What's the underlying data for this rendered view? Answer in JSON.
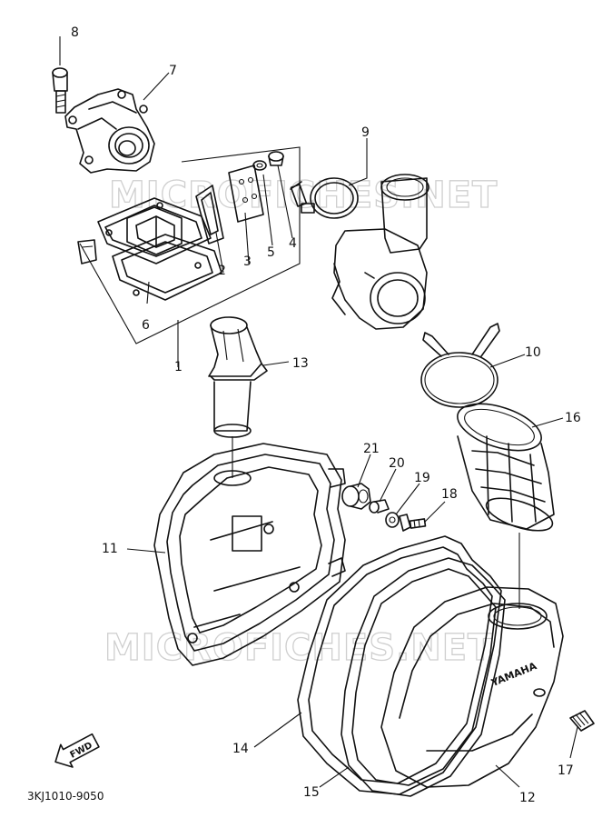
{
  "watermark": "MICROFICHES.NET",
  "diagram_code": "3KJ1010-9050",
  "fwd_label": "FWD",
  "brand_label": "YAMAHA",
  "callouts": [
    {
      "id": "1",
      "label": "1"
    },
    {
      "id": "2",
      "label": "2"
    },
    {
      "id": "3",
      "label": "3"
    },
    {
      "id": "4",
      "label": "4"
    },
    {
      "id": "5",
      "label": "5"
    },
    {
      "id": "6",
      "label": "6"
    },
    {
      "id": "7",
      "label": "7"
    },
    {
      "id": "8",
      "label": "8"
    },
    {
      "id": "9",
      "label": "9"
    },
    {
      "id": "10",
      "label": "10"
    },
    {
      "id": "11",
      "label": "11"
    },
    {
      "id": "12",
      "label": "12"
    },
    {
      "id": "13",
      "label": "13"
    },
    {
      "id": "14",
      "label": "14"
    },
    {
      "id": "15",
      "label": "15"
    },
    {
      "id": "16",
      "label": "16"
    },
    {
      "id": "17",
      "label": "17"
    },
    {
      "id": "18",
      "label": "18"
    },
    {
      "id": "19",
      "label": "19"
    },
    {
      "id": "20",
      "label": "20"
    },
    {
      "id": "21",
      "label": "21"
    }
  ]
}
